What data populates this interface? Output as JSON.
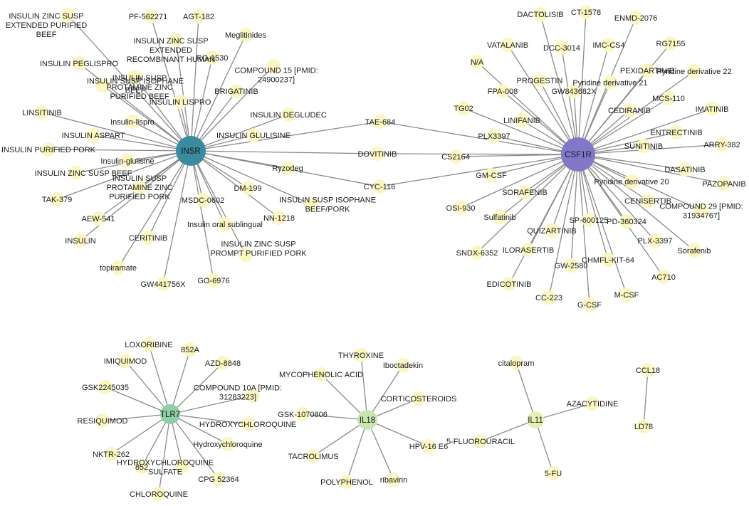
{
  "hubs": [
    {
      "id": "INSR",
      "label": "INSR",
      "color": "#3a8aa0"
    },
    {
      "id": "CSF1R",
      "label": "CSF1R",
      "color": "#8378c8"
    },
    {
      "id": "TLR7",
      "label": "TLR7",
      "color": "#8ecfa3"
    },
    {
      "id": "IL18",
      "label": "IL18",
      "color": "#c8e6b0"
    },
    {
      "id": "IL11",
      "label": "IL11",
      "color": "#e6efb6"
    }
  ],
  "leaves": [
    {
      "label": "INSULIN ZINC SUSP EXTENDED PURIFIED BEEF",
      "lines": [
        "INSULIN ZINC SUSP",
        "EXTENDED PURIFIED",
        "BEEF"
      ],
      "connects": [
        "INSR"
      ]
    },
    {
      "label": "PF-562271",
      "lines": [
        "PF-562271"
      ],
      "connects": [
        "INSR"
      ]
    },
    {
      "label": "AGT-182",
      "lines": [
        "AGT-182"
      ],
      "connects": [
        "INSR"
      ]
    },
    {
      "label": "Meglitinides",
      "lines": [
        "Meglitinides"
      ],
      "connects": [
        "INSR"
      ]
    },
    {
      "label": "INSULIN ZINC SUSP EXTENDED RECOMBINANT HUMAN",
      "lines": [
        "INSULIN ZINC SUSP",
        "EXTENDED",
        "RECOMBINANT HUMAN"
      ],
      "connects": [
        "INSR"
      ]
    },
    {
      "label": "RG-1530",
      "lines": [
        "RG-1530"
      ],
      "connects": [
        "INSR"
      ]
    },
    {
      "label": "INSULIN PEGLISPRO",
      "lines": [
        "INSULIN PEGLISPRO"
      ],
      "connects": [
        "INSR"
      ]
    },
    {
      "label": "INSULIN SUSP ISOPHANE BEEF",
      "lines": [
        "INSULIN SUSP ISOPHANE",
        "BEEF"
      ],
      "connects": [
        "INSR"
      ]
    },
    {
      "label": "COMPOUND 15 [PMID: 24900237]",
      "lines": [
        "COMPOUND 15 [PMID:",
        "24900237]"
      ],
      "connects": [
        "INSR"
      ]
    },
    {
      "label": "INSULIN SUSP PROTAMINE ZINC PURIFIED BEEF",
      "lines": [
        "INSULIN SUSP",
        "PROTAMINE ZINC",
        "PURIFIED BEEF"
      ],
      "connects": [
        "INSR"
      ]
    },
    {
      "label": "BRIGATINIB",
      "lines": [
        "BRIGATINIB"
      ],
      "connects": [
        "INSR"
      ]
    },
    {
      "label": "INSULIN LISPRO",
      "lines": [
        "INSULIN LISPRO"
      ],
      "connects": [
        "INSR"
      ]
    },
    {
      "label": "LINSITINIB",
      "lines": [
        "LINSITINIB"
      ],
      "connects": [
        "INSR"
      ]
    },
    {
      "label": "Insulin-lispro",
      "lines": [
        "Insulin-lispro"
      ],
      "connects": [
        "INSR"
      ]
    },
    {
      "label": "INSULIN DEGLUDEC",
      "lines": [
        "INSULIN DEGLUDEC"
      ],
      "connects": [
        "INSR"
      ]
    },
    {
      "label": "INSULIN ASPART",
      "lines": [
        "INSULIN ASPART"
      ],
      "connects": [
        "INSR"
      ]
    },
    {
      "label": "INSULIN GLULISINE",
      "lines": [
        "INSULIN GLULISINE"
      ],
      "connects": [
        "INSR"
      ]
    },
    {
      "label": "INSULIN PURIFIED PORK",
      "lines": [
        "INSULIN PURIFIED PORK"
      ],
      "connects": [
        "INSR"
      ]
    },
    {
      "label": "Insulin-glulisine",
      "lines": [
        "Insulin-glulisine"
      ],
      "connects": [
        "INSR"
      ]
    },
    {
      "label": "INSULIN ZINC SUSP BEEF",
      "lines": [
        "INSULIN ZINC SUSP BEEF"
      ],
      "connects": [
        "INSR"
      ]
    },
    {
      "label": "Ryzodeg",
      "lines": [
        "Ryzodeg"
      ],
      "connects": [
        "INSR"
      ]
    },
    {
      "label": "TAK-379",
      "lines": [
        "TAK-379"
      ],
      "connects": [
        "INSR"
      ]
    },
    {
      "label": "INSULIN SUSP PROTAMINE ZINC PURIFIED PORK",
      "lines": [
        "INSULIN SUSP",
        "PROTAMINE ZINC",
        "PURIFIED PORK"
      ],
      "connects": [
        "INSR"
      ]
    },
    {
      "label": "MSDC-0602",
      "lines": [
        "MSDC-0602"
      ],
      "connects": [
        "INSR"
      ]
    },
    {
      "label": "DM-199",
      "lines": [
        "DM-199"
      ],
      "connects": [
        "INSR"
      ]
    },
    {
      "label": "AEW-541",
      "lines": [
        "AEW-541"
      ],
      "connects": [
        "INSR"
      ]
    },
    {
      "label": "INSULIN SUSP ISOPHANE BEEF/PORK",
      "lines": [
        "INSULIN SUSP ISOPHANE",
        "BEEF/PORK"
      ],
      "connects": [
        "INSR"
      ]
    },
    {
      "label": "NN-1218",
      "lines": [
        "NN-1218"
      ],
      "connects": [
        "INSR"
      ]
    },
    {
      "label": "Insulin oral sublingual",
      "lines": [
        "Insulin oral sublingual"
      ],
      "connects": [
        "INSR"
      ]
    },
    {
      "label": "INSULIN",
      "lines": [
        "INSULIN"
      ],
      "connects": [
        "INSR"
      ]
    },
    {
      "label": "CERITINIB",
      "lines": [
        "CERITINIB"
      ],
      "connects": [
        "INSR"
      ]
    },
    {
      "label": "INSULIN ZINC SUSP PROMPT PURIFIED PORK",
      "lines": [
        "INSULIN ZINC SUSP",
        "PROMPT PURIFIED PORK"
      ],
      "connects": [
        "INSR"
      ]
    },
    {
      "label": "topiramate",
      "lines": [
        "topiramate"
      ],
      "connects": [
        "INSR"
      ]
    },
    {
      "label": "GW441756X",
      "lines": [
        "GW441756X"
      ],
      "connects": [
        "INSR"
      ]
    },
    {
      "label": "GO-6976",
      "lines": [
        "GO-6976"
      ],
      "connects": [
        "INSR"
      ]
    },
    {
      "label": "TAE-684",
      "lines": [
        "TAE-684"
      ],
      "connects": [
        "INSR",
        "CSF1R"
      ]
    },
    {
      "label": "DOVITINIB",
      "lines": [
        "DOVITINIB"
      ],
      "connects": [
        "INSR",
        "CSF1R"
      ]
    },
    {
      "label": "CYC-116",
      "lines": [
        "CYC-116"
      ],
      "connects": [
        "INSR",
        "CSF1R"
      ]
    },
    {
      "label": "DACTOLISIB",
      "lines": [
        "DACTOLISIB"
      ],
      "connects": [
        "CSF1R"
      ]
    },
    {
      "label": "CT-1578",
      "lines": [
        "CT-1578"
      ],
      "connects": [
        "CSF1R"
      ]
    },
    {
      "label": "ENMD-2076",
      "lines": [
        "ENMD-2076"
      ],
      "connects": [
        "CSF1R"
      ]
    },
    {
      "label": "VATALANIB",
      "lines": [
        "VATALANIB"
      ],
      "connects": [
        "CSF1R"
      ]
    },
    {
      "label": "DCC-3014",
      "lines": [
        "DCC-3014"
      ],
      "connects": [
        "CSF1R"
      ]
    },
    {
      "label": "IMC-CS4",
      "lines": [
        "IMC-CS4"
      ],
      "connects": [
        "CSF1R"
      ]
    },
    {
      "label": "RG7155",
      "lines": [
        "RG7155"
      ],
      "connects": [
        "CSF1R"
      ]
    },
    {
      "label": "N/A",
      "lines": [
        "N/A"
      ],
      "connects": [
        "CSF1R"
      ]
    },
    {
      "label": "PEXIDARTINIB",
      "lines": [
        "PEXIDARTINIB"
      ],
      "connects": [
        "CSF1R"
      ]
    },
    {
      "label": "PROGESTIN",
      "lines": [
        "PROGESTIN"
      ],
      "connects": [
        "CSF1R"
      ]
    },
    {
      "label": "Pyridine derivative 21",
      "lines": [
        "Pyridine derivative 21"
      ],
      "connects": [
        "CSF1R"
      ]
    },
    {
      "label": "Pyridine derivative 22",
      "lines": [
        "Pyridine derivative 22"
      ],
      "connects": [
        "CSF1R"
      ]
    },
    {
      "label": "FPA-008",
      "lines": [
        "FPA-008"
      ],
      "connects": [
        "CSF1R"
      ]
    },
    {
      "label": "GW843682X",
      "lines": [
        "GW843682X"
      ],
      "connects": [
        "CSF1R"
      ]
    },
    {
      "label": "MCS-110",
      "lines": [
        "MCS-110"
      ],
      "connects": [
        "CSF1R"
      ]
    },
    {
      "label": "TG02",
      "lines": [
        "TG02"
      ],
      "connects": [
        "CSF1R"
      ]
    },
    {
      "label": "CEDIRANIB",
      "lines": [
        "CEDIRANIB"
      ],
      "connects": [
        "CSF1R"
      ]
    },
    {
      "label": "IMATINIB",
      "lines": [
        "IMATINIB"
      ],
      "connects": [
        "CSF1R"
      ]
    },
    {
      "label": "LINIFANIB",
      "lines": [
        "LINIFANIB"
      ],
      "connects": [
        "CSF1R"
      ]
    },
    {
      "label": "PLX3397",
      "lines": [
        "PLX3397"
      ],
      "connects": [
        "CSF1R"
      ]
    },
    {
      "label": "ENTRECTINIB",
      "lines": [
        "ENTRECTINIB"
      ],
      "connects": [
        "CSF1R"
      ]
    },
    {
      "label": "SUNITINIB",
      "lines": [
        "SUNITINIB"
      ],
      "connects": [
        "CSF1R"
      ]
    },
    {
      "label": "ARRY-382",
      "lines": [
        "ARRY-382"
      ],
      "connects": [
        "CSF1R"
      ],
      "color": "#e0e6b4"
    },
    {
      "label": "CS2164",
      "lines": [
        "CS2164"
      ],
      "connects": [
        "CSF1R"
      ]
    },
    {
      "label": "DASATINIB",
      "lines": [
        "DASATINIB"
      ],
      "connects": [
        "CSF1R"
      ]
    },
    {
      "label": "GM-CSF",
      "lines": [
        "GM-CSF"
      ],
      "connects": [
        "CSF1R"
      ]
    },
    {
      "label": "Pyridine derivative 20",
      "lines": [
        "Pyridine derivative 20"
      ],
      "connects": [
        "CSF1R"
      ]
    },
    {
      "label": "PAZOPANIB",
      "lines": [
        "PAZOPANIB"
      ],
      "connects": [
        "CSF1R"
      ]
    },
    {
      "label": "SORAFENIB",
      "lines": [
        "SORAFENIB"
      ],
      "connects": [
        "CSF1R"
      ]
    },
    {
      "label": "CENISERTIB",
      "lines": [
        "CENISERTIB"
      ],
      "connects": [
        "CSF1R"
      ]
    },
    {
      "label": "OSI-930",
      "lines": [
        "OSI-930"
      ],
      "connects": [
        "CSF1R"
      ]
    },
    {
      "label": "COMPOUND 29 [PMID: 31934767]",
      "lines": [
        "COMPOUND 29 [PMID:",
        "31934767]"
      ],
      "connects": [
        "CSF1R"
      ]
    },
    {
      "label": "Sulfatinib",
      "lines": [
        "Sulfatinib"
      ],
      "connects": [
        "CSF1R"
      ]
    },
    {
      "label": "SP-600125",
      "lines": [
        "SP-600125"
      ],
      "connects": [
        "CSF1R"
      ]
    },
    {
      "label": "PD-360324",
      "lines": [
        "PD-360324"
      ],
      "connects": [
        "CSF1R"
      ]
    },
    {
      "label": "QUIZARTINIB",
      "lines": [
        "QUIZARTINIB"
      ],
      "connects": [
        "CSF1R"
      ]
    },
    {
      "label": "PLX-3397",
      "lines": [
        "PLX-3397"
      ],
      "connects": [
        "CSF1R"
      ]
    },
    {
      "label": "Sorafenib",
      "lines": [
        "Sorafenib"
      ],
      "connects": [
        "CSF1R"
      ]
    },
    {
      "label": "SNDX-6352",
      "lines": [
        "SNDX-6352"
      ],
      "connects": [
        "CSF1R"
      ]
    },
    {
      "label": "ILORASERTIB",
      "lines": [
        "ILORASERTIB"
      ],
      "connects": [
        "CSF1R"
      ]
    },
    {
      "label": "CHMFL-KIT-64",
      "lines": [
        "CHMFL-KIT-64"
      ],
      "connects": [
        "CSF1R"
      ]
    },
    {
      "label": "GW-2580",
      "lines": [
        "GW-2580"
      ],
      "connects": [
        "CSF1R"
      ]
    },
    {
      "label": "AC710",
      "lines": [
        "AC710"
      ],
      "connects": [
        "CSF1R"
      ]
    },
    {
      "label": "EDICOTINIB",
      "lines": [
        "EDICOTINIB"
      ],
      "connects": [
        "CSF1R"
      ]
    },
    {
      "label": "CC-223",
      "lines": [
        "CC-223"
      ],
      "connects": [
        "CSF1R"
      ]
    },
    {
      "label": "G-CSF",
      "lines": [
        "G-CSF"
      ],
      "connects": [
        "CSF1R"
      ]
    },
    {
      "label": "M-CSF",
      "lines": [
        "M-CSF"
      ],
      "connects": [
        "CSF1R"
      ]
    },
    {
      "label": "LOXORIBINE",
      "lines": [
        "LOXORIBINE"
      ],
      "connects": [
        "TLR7"
      ]
    },
    {
      "label": "852A",
      "lines": [
        "852A"
      ],
      "connects": [
        "TLR7"
      ]
    },
    {
      "label": "IMIQUIMOD",
      "lines": [
        "IMIQUIMOD"
      ],
      "connects": [
        "TLR7"
      ]
    },
    {
      "label": "AZD-8848",
      "lines": [
        "AZD-8848"
      ],
      "connects": [
        "TLR7"
      ]
    },
    {
      "label": "GSK2245035",
      "lines": [
        "GSK2245035"
      ],
      "connects": [
        "TLR7"
      ]
    },
    {
      "label": "COMPOUND 10A [PMID: 31283223]",
      "lines": [
        "COMPOUND 10A [PMID:",
        "31283223]"
      ],
      "connects": [
        "TLR7"
      ]
    },
    {
      "label": "RESIQUIMOD",
      "lines": [
        "RESIQUIMOD"
      ],
      "connects": [
        "TLR7"
      ]
    },
    {
      "label": "HYDROXYCHLOROQUINE",
      "lines": [
        "HYDROXYCHLOROQUINE"
      ],
      "connects": [
        "TLR7"
      ]
    },
    {
      "label": "Hydroxychloroquine",
      "lines": [
        "Hydroxychloroquine"
      ],
      "connects": [
        "TLR7"
      ]
    },
    {
      "label": "NKTR-262",
      "lines": [
        "NKTR-262"
      ],
      "connects": [
        "TLR7"
      ]
    },
    {
      "label": "852",
      "lines": [
        "852"
      ],
      "connects": [
        "TLR7"
      ]
    },
    {
      "label": "HYDROXYCHLOROQUINE SULFATE",
      "lines": [
        "HYDROXYCHLOROQUINE",
        "SULFATE"
      ],
      "connects": [
        "TLR7"
      ]
    },
    {
      "label": "CPG 52364",
      "lines": [
        "CPG 52364"
      ],
      "connects": [
        "TLR7"
      ]
    },
    {
      "label": "CHLOROQUINE",
      "lines": [
        "CHLOROQUINE"
      ],
      "connects": [
        "TLR7"
      ]
    },
    {
      "label": "THYROXINE",
      "lines": [
        "THYROXINE"
      ],
      "connects": [
        "IL18"
      ]
    },
    {
      "label": "Iboctadekin",
      "lines": [
        "Iboctadekin"
      ],
      "connects": [
        "IL18"
      ]
    },
    {
      "label": "MYCOPHENOLIC ACID",
      "lines": [
        "MYCOPHENOLIC ACID"
      ],
      "connects": [
        "IL18"
      ]
    },
    {
      "label": "CORTICOSTEROIDS",
      "lines": [
        "CORTICOSTEROIDS"
      ],
      "connects": [
        "IL18"
      ]
    },
    {
      "label": "GSK-1070806",
      "lines": [
        "GSK-1070806"
      ],
      "connects": [
        "IL18"
      ]
    },
    {
      "label": "HPV-16 E6",
      "lines": [
        "HPV-16 E6"
      ],
      "connects": [
        "IL18"
      ]
    },
    {
      "label": "TACROLIMUS",
      "lines": [
        "TACROLIMUS"
      ],
      "connects": [
        "IL18"
      ]
    },
    {
      "label": "POLYPHENOL",
      "lines": [
        "POLYPHENOL"
      ],
      "connects": [
        "IL18"
      ]
    },
    {
      "label": "ribavirin",
      "lines": [
        "ribavirin"
      ],
      "connects": [
        "IL18"
      ]
    },
    {
      "label": "citalopram",
      "lines": [
        "citalopram"
      ],
      "connects": [
        "IL11"
      ]
    },
    {
      "label": "AZACYTIDINE",
      "lines": [
        "AZACYTIDINE"
      ],
      "connects": [
        "IL11"
      ]
    },
    {
      "label": "5-FLUOROURACIL",
      "lines": [
        "5-FLUOROURACIL"
      ],
      "connects": [
        "IL11"
      ]
    },
    {
      "label": "5-FU",
      "lines": [
        "5-FU"
      ],
      "connects": [
        "IL11"
      ]
    },
    {
      "label": "CCL18",
      "lines": [
        "CCL18"
      ],
      "connects": [
        "LD78"
      ]
    },
    {
      "label": "LD78",
      "lines": [
        "LD78"
      ],
      "connects": []
    }
  ]
}
